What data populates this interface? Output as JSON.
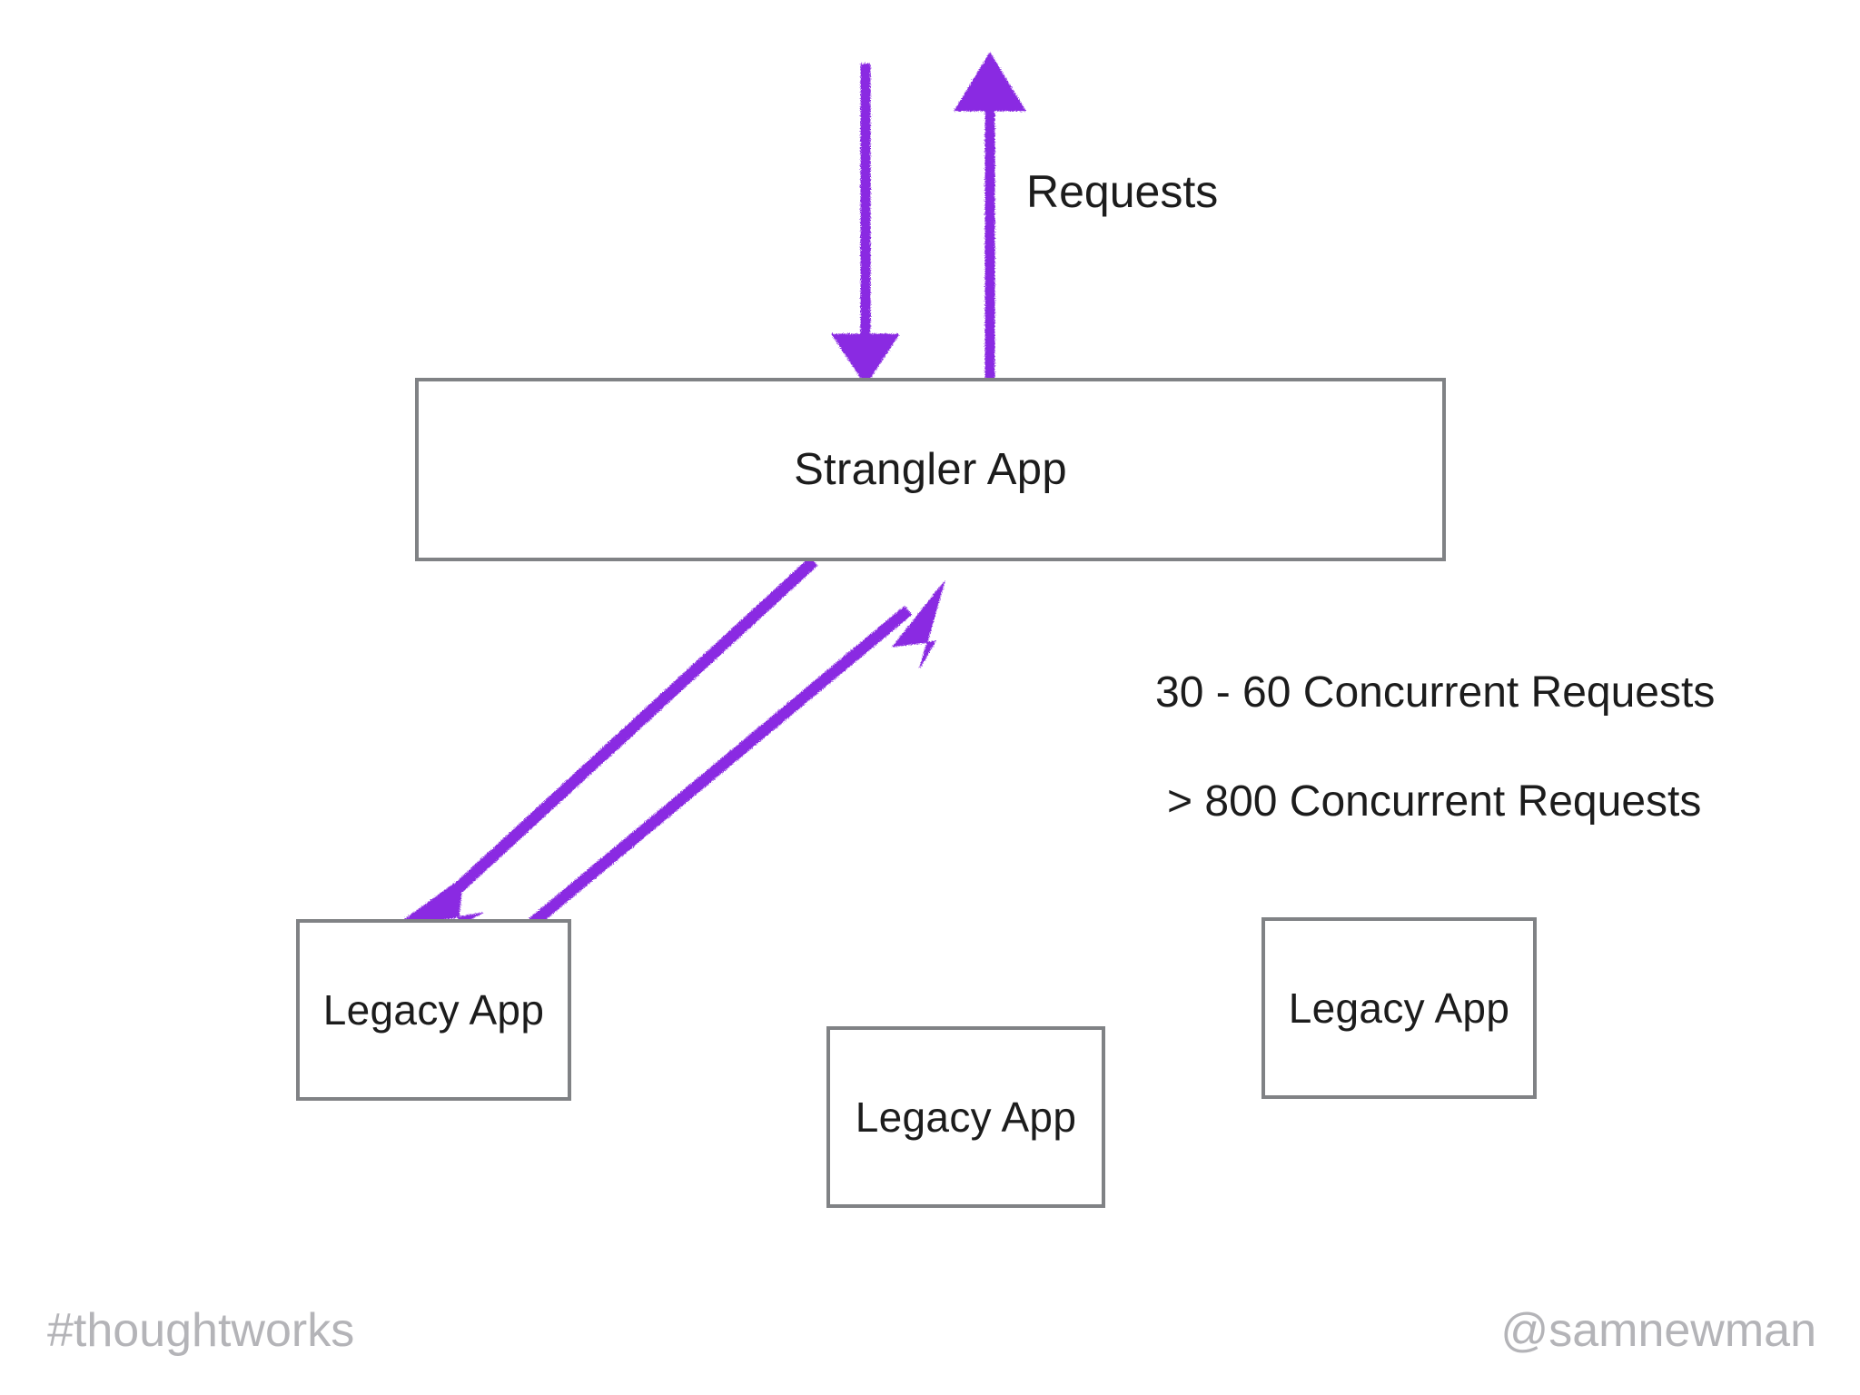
{
  "slide": {
    "background_color": "#ffffff",
    "accent_color": "#8A2BE2",
    "box_border_color": "#808285",
    "text_color": "#1c1c1c",
    "footer_color": "#b4b4b8"
  },
  "nodes": {
    "strangler": {
      "label": "Strangler App"
    },
    "legacy_1": {
      "label": "Legacy App"
    },
    "legacy_2": {
      "label": "Legacy App"
    },
    "legacy_3": {
      "label": "Legacy App"
    }
  },
  "labels": {
    "requests": "Requests",
    "concurrent_low": "30 - 60 Concurrent Requests",
    "concurrent_high": "> 800 Concurrent Requests"
  },
  "footer": {
    "left": "#thoughtworks",
    "right": "@samnewman"
  },
  "arrows": [
    {
      "name": "inbound-request-arrow",
      "direction": "down",
      "from": "top-edge",
      "to": "strangler"
    },
    {
      "name": "outbound-response-arrow",
      "direction": "up",
      "from": "strangler",
      "to": "top-edge"
    },
    {
      "name": "strangler-to-legacy-arrow",
      "direction": "down-left",
      "from": "strangler",
      "to": "legacy_1"
    },
    {
      "name": "legacy-to-strangler-arrow",
      "direction": "up-right",
      "from": "legacy_1",
      "to": "strangler"
    }
  ]
}
